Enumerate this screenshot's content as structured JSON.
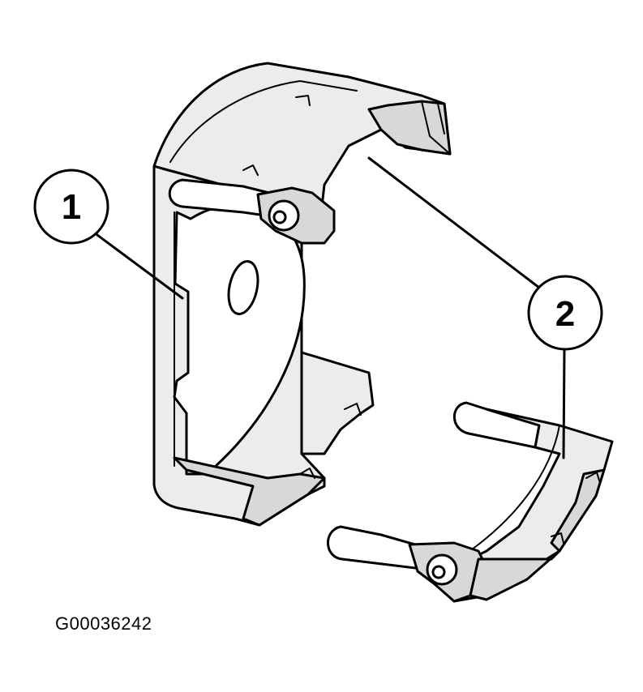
{
  "figure": {
    "id": "G00036242"
  },
  "callouts": [
    {
      "label": "1"
    },
    {
      "label": "2"
    }
  ]
}
